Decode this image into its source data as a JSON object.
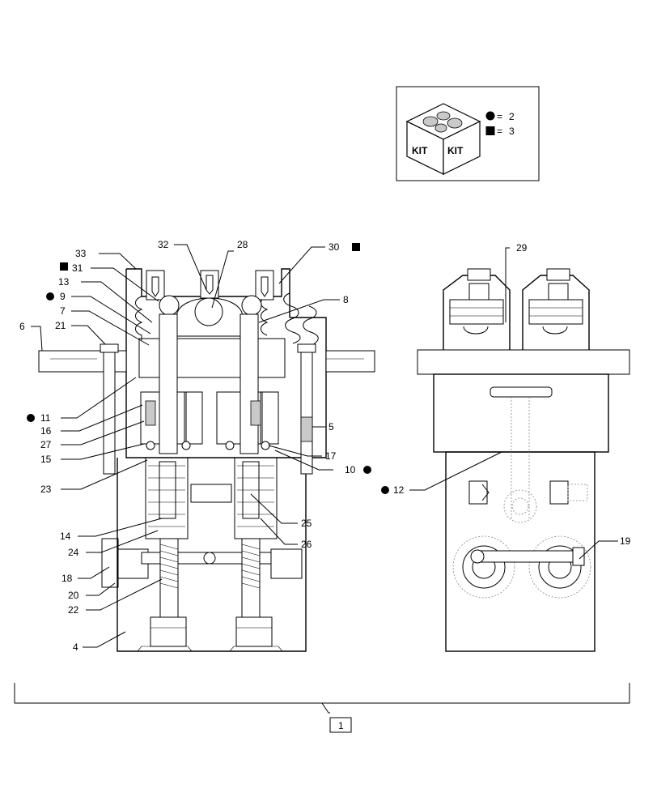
{
  "kit_box": {
    "icon_label_left": "KIT",
    "icon_label_right": "KIT",
    "legend": [
      {
        "symbol": "circle",
        "value": "2"
      },
      {
        "symbol": "square",
        "value": "3"
      }
    ],
    "equals": "="
  },
  "callouts": {
    "c1": "1",
    "c4": "4",
    "c5": "5",
    "c6": "6",
    "c7": "7",
    "c8": "8",
    "c9": "9",
    "c10": "10",
    "c11": "11",
    "c12": "12",
    "c13": "13",
    "c14": "14",
    "c15": "15",
    "c16": "16",
    "c17": "17",
    "c18": "18",
    "c19": "19",
    "c20": "20",
    "c21": "21",
    "c22": "22",
    "c23": "23",
    "c24": "24",
    "c25": "25",
    "c26": "26",
    "c27": "27",
    "c28": "28",
    "c29": "29",
    "c30": "30",
    "c31": "31",
    "c32": "32",
    "c33": "33"
  }
}
